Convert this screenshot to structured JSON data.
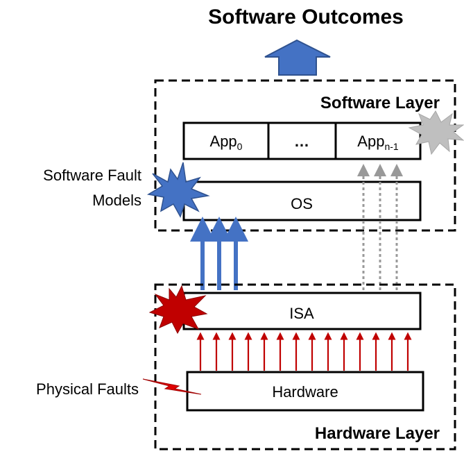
{
  "title": "Software Outcomes",
  "software_layer": {
    "label": "Software Layer",
    "apps": [
      {
        "name": "App",
        "subscript": "0"
      },
      {
        "name": "…",
        "subscript": ""
      },
      {
        "name": "App",
        "subscript": "n-1"
      }
    ],
    "os_label": "OS"
  },
  "hardware_layer": {
    "label": "Hardware Layer",
    "isa_label": "ISA",
    "hardware_label": "Hardware"
  },
  "side_labels": {
    "software_fault_models_line1": "Software Fault",
    "software_fault_models_line2": "Models",
    "physical_faults": "Physical Faults"
  },
  "colors": {
    "outcome_arrow": "#4472C4",
    "blue_arrows": "#4472C4",
    "gray_arrows": "#999999",
    "red_arrows": "#C00000",
    "blue_burst": "#4472C4",
    "red_burst": "#C00000",
    "gray_burst": "#BFBFBF",
    "lightning": "#E00000"
  }
}
